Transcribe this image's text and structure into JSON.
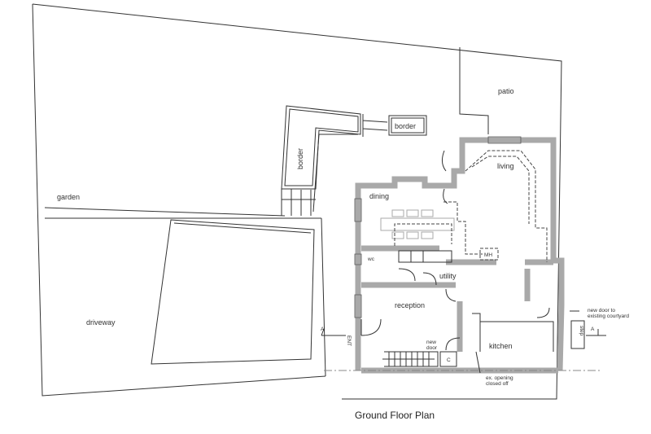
{
  "title": "Ground Floor Plan",
  "rooms": {
    "patio": "patio",
    "border_top": "border",
    "border_side": "border",
    "living": "living",
    "dining": "dining",
    "garden": "garden",
    "driveway": "driveway",
    "wc": "wc",
    "mh": "MH",
    "utility": "utility",
    "reception": "reception",
    "kitchen": "kitchen",
    "cupboard": "C"
  },
  "annotations": {
    "entrance": "ENT",
    "new_door_1": "new",
    "new_door_2": "door",
    "ex_opening_1": "ex. opening",
    "ex_opening_2": "closed off",
    "courtyard_door_1": "new door to",
    "courtyard_door_2": "existing courtyard",
    "step": "step",
    "section_left": "A",
    "section_right": "A"
  }
}
